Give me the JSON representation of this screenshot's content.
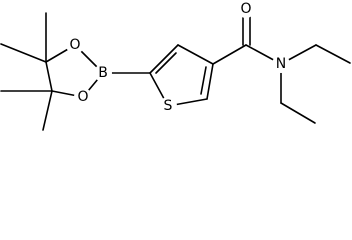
{
  "molecule": {
    "atoms": {
      "oxygen_top": "O",
      "oxygen_bottom": "O",
      "boron": "B",
      "sulfur": "S",
      "oxygen_carbonyl": "O",
      "nitrogen": "N"
    }
  },
  "colors": {
    "bond": "#000000",
    "background": "#ffffff"
  }
}
